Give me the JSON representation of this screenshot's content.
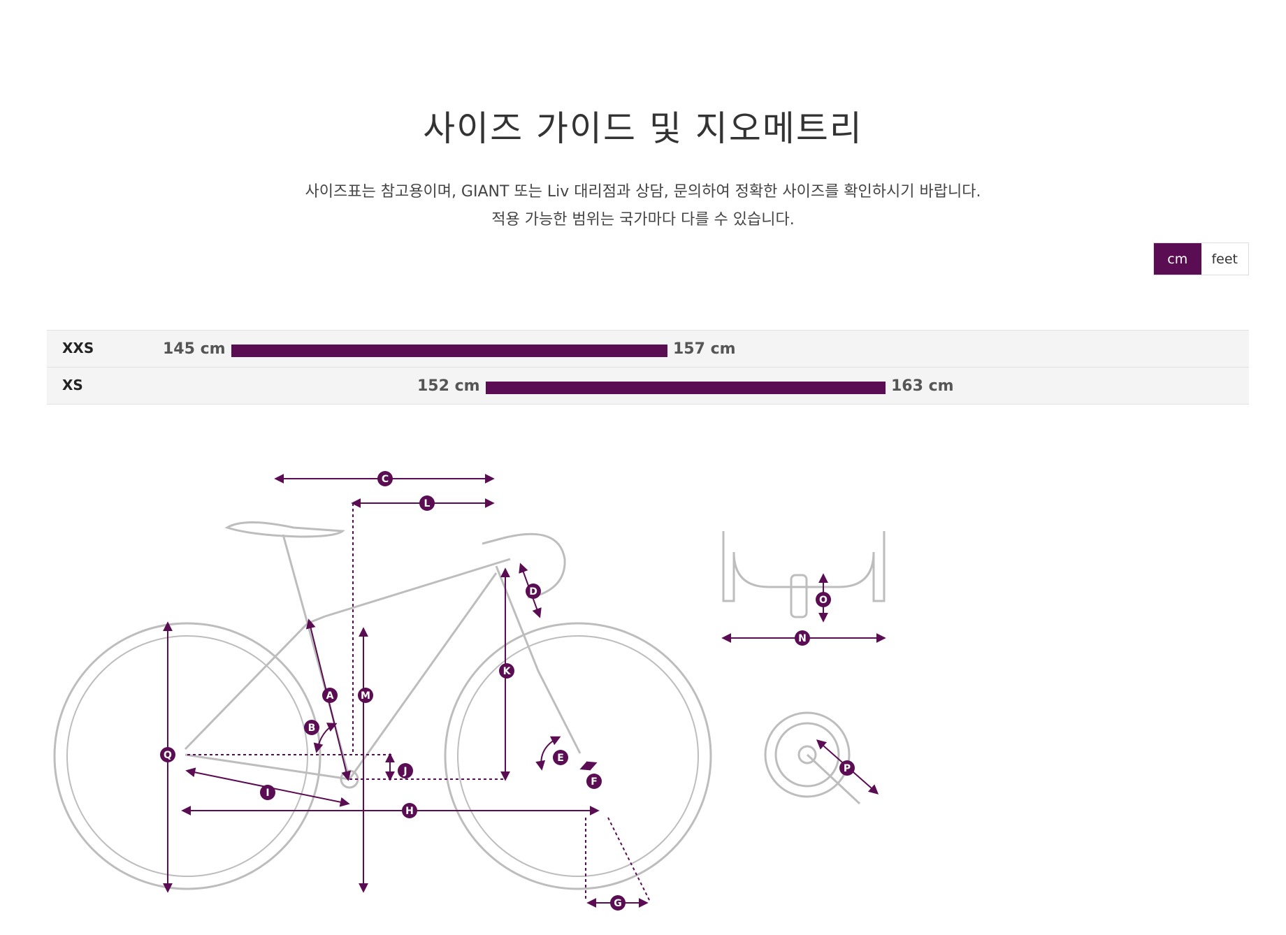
{
  "page": {
    "title": "사이즈 가이드 및 지오메트리",
    "subtitle_line1": "사이즈표는 참고용이며, GIANT 또는 Liv 대리점과 상담, 문의하여 정확한 사이즈를 확인하시기 바랍니다.",
    "subtitle_line2": "적용 가능한 범위는 국가마다 다를 수 있습니다."
  },
  "units": {
    "options": [
      "cm",
      "feet"
    ],
    "selected": "cm"
  },
  "sizes": [
    {
      "size": "XXS",
      "min": 145,
      "max": 157,
      "unit": "cm",
      "min_label": "145 cm",
      "max_label": "157 cm"
    },
    {
      "size": "XS",
      "min": 152,
      "max": 163,
      "unit": "cm",
      "min_label": "152 cm",
      "max_label": "163 cm"
    }
  ],
  "geometry_markers": [
    "A",
    "B",
    "C",
    "D",
    "E",
    "F",
    "G",
    "H",
    "I",
    "J",
    "K",
    "L",
    "M",
    "N",
    "O",
    "P",
    "Q"
  ],
  "colors": {
    "accent": "#5a0d52",
    "frame_line": "#bdbdbd"
  }
}
